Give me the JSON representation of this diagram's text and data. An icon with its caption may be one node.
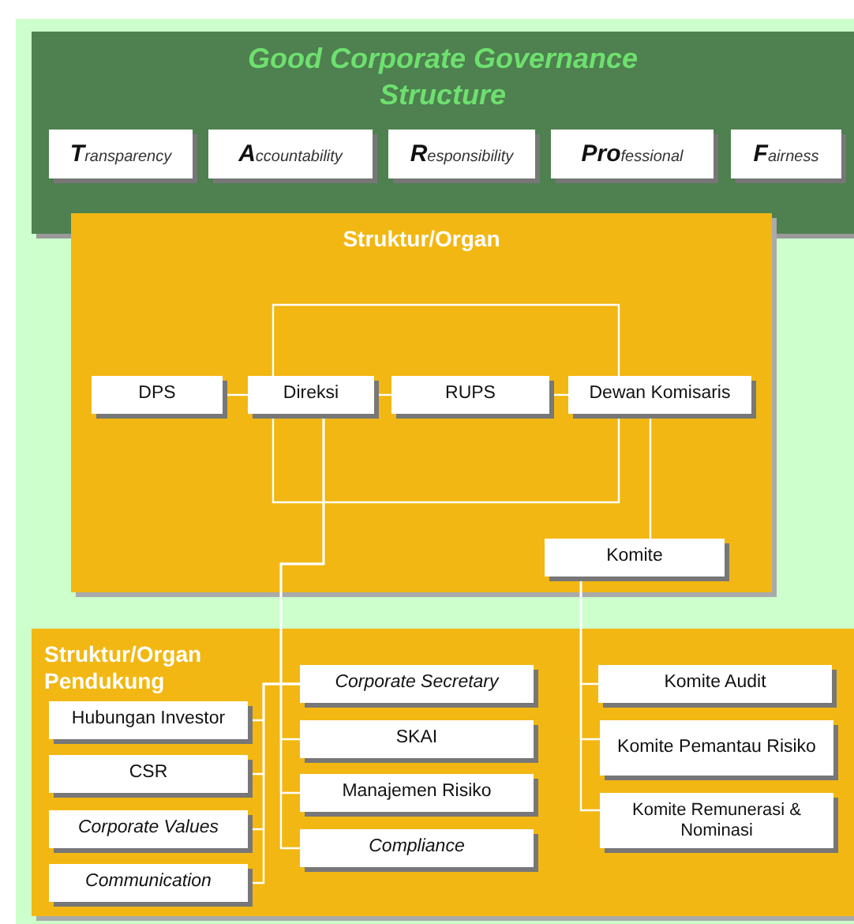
{
  "diagram": {
    "nodes": [
      {
        "text": [
          "Good Corporate Governance Structure"
        ]
      },
      {
        "text": [
          "**T**ransparency"
        ],
        "in": 0
      },
      {
        "text": [
          "**A**ccountability"
        ],
        "in": 0
      },
      {
        "text": [
          "**R**esponsibility"
        ],
        "in": 0
      },
      {
        "text": [
          "**Pro**fessional"
        ],
        "in": 0
      },
      {
        "text": [
          "**F**airness"
        ],
        "in": 0
      },
      {
        "text": [
          "Struktur/Organ"
        ]
      },
      {
        "text": [
          "DPS"
        ],
        "in": 6
      },
      {
        "text": [
          "Direksi"
        ],
        "in": 6
      },
      {
        "text": [
          "RUPS"
        ],
        "in": 6
      },
      {
        "text": [
          "Dewan Komisaris"
        ],
        "in": 6
      },
      {
        "text": [
          "Komite"
        ],
        "in": 6
      },
      {
        "text": [
          "Struktur/Organ Pendukung"
        ]
      },
      {
        "text": [
          "Hubungan Investor"
        ],
        "in": 12
      },
      {
        "text": [
          "CSR"
        ],
        "in": 12
      },
      {
        "text": [
          "Corporate Values"
        ],
        "in": 12
      },
      {
        "text": [
          "Communication"
        ],
        "in": 12
      },
      {
        "text": [
          "Corporate Secretary"
        ],
        "in": 12
      },
      {
        "text": [
          "SKAI"
        ],
        "in": 12
      },
      {
        "text": [
          "Manajemen Risiko"
        ],
        "in": 12
      },
      {
        "text": [
          "Compliance"
        ],
        "in": 12
      },
      {
        "text": [
          "Komite Audit"
        ],
        "in": 12
      },
      {
        "text": [
          "Komite Pemantau Risiko"
        ],
        "in": 12
      },
      {
        "text": [
          "Komite Remunerasi & Nominasi"
        ],
        "in": 12
      }
    ],
    "edges": [
      {
        "from": 7,
        "to": 8,
        "arrow": "none"
      },
      {
        "from": 8,
        "to": 9,
        "arrow": "none"
      },
      {
        "from": 9,
        "to": 10,
        "arrow": "none"
      },
      {
        "from": 8,
        "to": 10,
        "arrow": "none"
      },
      {
        "from": 8,
        "to": 10,
        "arrow": "none"
      },
      {
        "from": 10,
        "to": 11,
        "arrow": "none"
      },
      {
        "from": 11,
        "to": 21,
        "arrow": "none"
      },
      {
        "from": 11,
        "to": 22,
        "arrow": "none"
      },
      {
        "from": 11,
        "to": 23,
        "arrow": "none"
      },
      {
        "from": 8,
        "to": 17,
        "arrow": "none"
      },
      {
        "from": 8,
        "to": 18,
        "arrow": "none"
      },
      {
        "from": 8,
        "to": 19,
        "arrow": "none"
      },
      {
        "from": 8,
        "to": 20,
        "arrow": "none"
      },
      {
        "from": 17,
        "to": 13,
        "arrow": "none"
      },
      {
        "from": 17,
        "to": 14,
        "arrow": "none"
      },
      {
        "from": 17,
        "to": 15,
        "arrow": "none"
      },
      {
        "from": 17,
        "to": 16,
        "arrow": "none"
      }
    ]
  }
}
